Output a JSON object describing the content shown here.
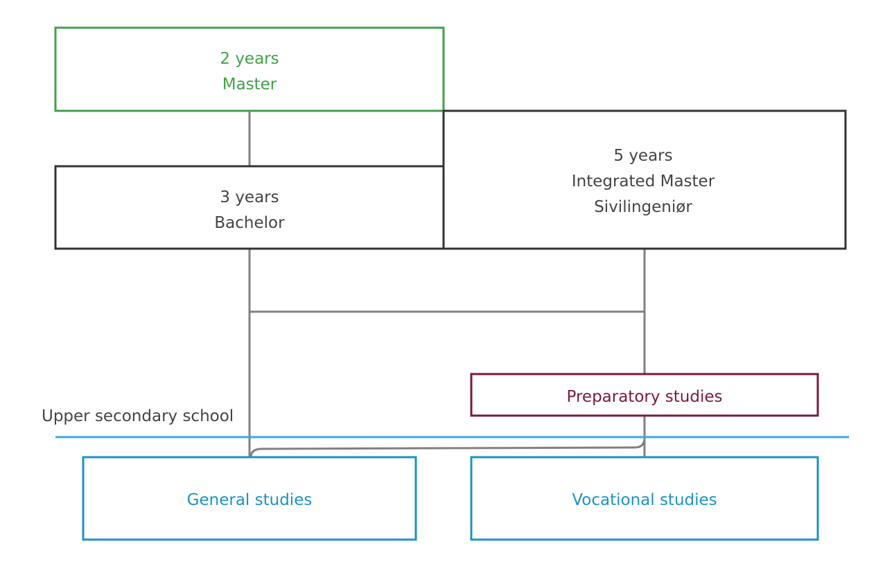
{
  "colors": {
    "master": "#43a047",
    "neutral": "#333333",
    "connector": "#808080",
    "preparatory": "#7b1840",
    "school": "#1c92c9",
    "divider": "#3aa8dc"
  },
  "boxes": {
    "master": {
      "line1": "2 years",
      "line2": "Master"
    },
    "bachelor": {
      "line1": "3 years",
      "line2": "Bachelor"
    },
    "integrated": {
      "line1": "5 years",
      "line2": "Integrated Master",
      "line3": "Sivilingeniør"
    },
    "preparatory": {
      "label": "Preparatory studies"
    },
    "general": {
      "label": "General studies"
    },
    "vocational": {
      "label": "Vocational studies"
    }
  },
  "labels": {
    "upper_secondary": "Upper secondary school"
  }
}
